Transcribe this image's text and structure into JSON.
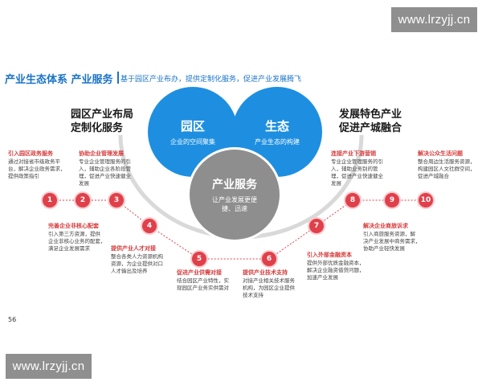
{
  "watermark": {
    "top": "www.lrzyjj.cn",
    "bottom": "www.lrzyjj.cn"
  },
  "header": {
    "title": "产业生态体系 产业服务",
    "subtitle": "基于园区产业布办，提供定制化服务，促进产业发展腾飞"
  },
  "left_heading": {
    "line1": "园区产业布局",
    "line2": "定制化服务"
  },
  "right_heading": {
    "line1": "发展特色产业",
    "line2": "促进产城融合"
  },
  "circles": {
    "park": {
      "title": "园区",
      "sub": "企业的空间聚集"
    },
    "ecology": {
      "title": "生态",
      "sub": "产业生态的构建"
    },
    "service": {
      "title": "产业服务",
      "sub1": "让产业发展更便",
      "sub2": "捷、迅速"
    }
  },
  "nodes": [
    "1",
    "2",
    "3",
    "4",
    "5",
    "6",
    "7",
    "8",
    "9",
    "10"
  ],
  "items": {
    "i1": {
      "h": "引入园区政务服务",
      "t1": "通过对接省市级政务平",
      "t2": "台，解决企业政务需求，",
      "t3": "提供政策指引"
    },
    "i2": {
      "h": "协助企业管理发展",
      "t1": "专业企业管理服务的引",
      "t2": "入，辅助企业各阶段管",
      "t3": "理，促进产业快速健全",
      "t4": "发展"
    },
    "i3": {
      "h": "完善企业非核心配套",
      "t1": "引入第三方资源，提供",
      "t2": "企业非核心业务的配套，",
      "t3": "满足企业发展需求"
    },
    "i4": {
      "h": "提供产业人才对接",
      "t1": "整合各类人力资源机构",
      "t2": "资源，为企业提供对口",
      "t3": "人才输出及培养"
    },
    "i5": {
      "h": "促进产业供需对接",
      "t1": "结合园区产业特性，实",
      "t2": "现园区产业务实供需对"
    },
    "i6": {
      "h": "提供产业技术支持",
      "t1": "对接产业相关技术服务",
      "t2": "机构，为园区企业提供",
      "t3": "技术支持"
    },
    "i7": {
      "h": "引入外部金融资本",
      "t1": "提供外部优质金融资本，",
      "t2": "解决企业融资借贷问题，",
      "t3": "加速产业发展"
    },
    "i8": {
      "h": "连接产业下游营销",
      "t1": "专业企业管理服务的引",
      "t2": "入，辅助业务别的管",
      "t3": "理，促进产业快速健全",
      "t4": "发展"
    },
    "i9": {
      "h": "解决企业商旅诉求",
      "t1": "引入商旅服务资源，解",
      "t2": "决产业发展中商务需求，",
      "t3": "协助产业轻快发展"
    },
    "i10": {
      "h": "解决公众生活问题",
      "t1": "整合周边生活服务资源，",
      "t2": "构建园区人文社群空间，",
      "t3": "促进产城融合"
    }
  },
  "page_number": "56",
  "colors": {
    "blue": "#1e8fe0",
    "gray": "#8e8e8e",
    "red": "#e0404a",
    "title_blue": "#1a73c8"
  }
}
